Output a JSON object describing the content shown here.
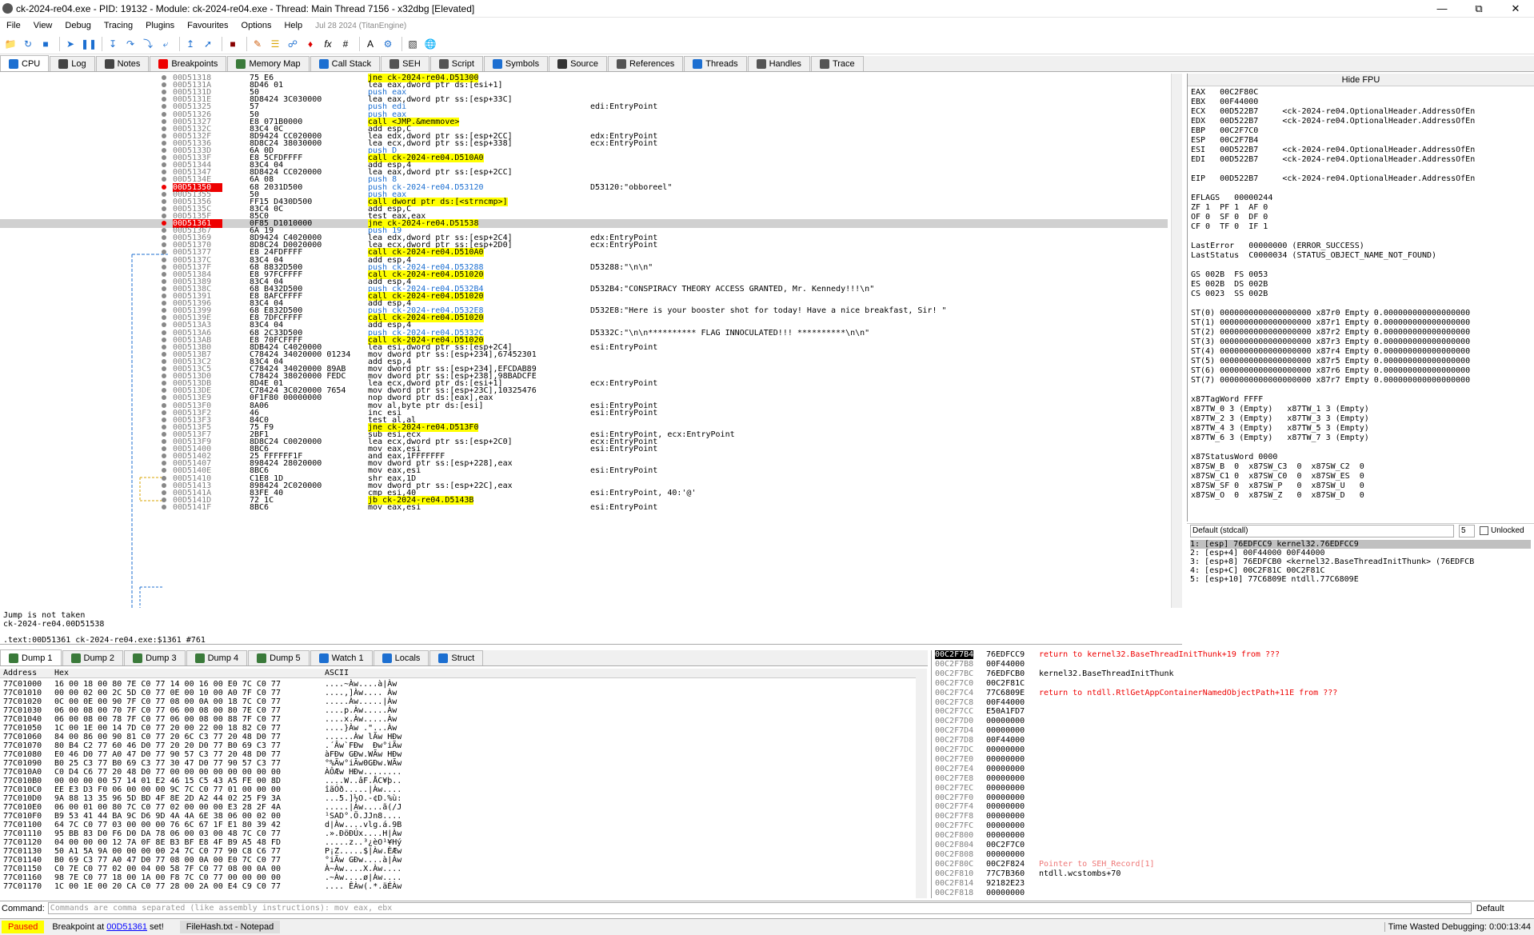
{
  "window": {
    "title": "ck-2024-re04.exe - PID: 19132 - Module: ck-2024-re04.exe - Thread: Main Thread 7156 - x32dbg [Elevated]"
  },
  "menu": {
    "items": [
      "File",
      "View",
      "Debug",
      "Tracing",
      "Plugins",
      "Favourites",
      "Options",
      "Help"
    ],
    "date": "Jul 28 2024 (TitanEngine)"
  },
  "tabs": [
    {
      "label": "CPU"
    },
    {
      "label": "Log"
    },
    {
      "label": "Notes"
    },
    {
      "label": "Breakpoints"
    },
    {
      "label": "Memory Map"
    },
    {
      "label": "Call Stack"
    },
    {
      "label": "SEH"
    },
    {
      "label": "Script"
    },
    {
      "label": "Symbols"
    },
    {
      "label": "Source"
    },
    {
      "label": "References"
    },
    {
      "label": "Threads"
    },
    {
      "label": "Handles"
    },
    {
      "label": "Trace"
    }
  ],
  "disasm": [
    {
      "addr": "00D51318",
      "hex": "75 E6",
      "ins": "jne ck-2024-re04.D51300",
      "cmt": ""
    },
    {
      "addr": "00D5131A",
      "hex": "8D46 01",
      "ins": "lea eax,dword ptr ds:[esi+1]",
      "cmt": ""
    },
    {
      "addr": "00D5131D",
      "hex": "50",
      "ins": "push eax",
      "cmt": ""
    },
    {
      "addr": "00D5131E",
      "hex": "8D8424 3C030000",
      "ins": "lea eax,dword ptr ss:[esp+33C]",
      "cmt": ""
    },
    {
      "addr": "00D51325",
      "hex": "57",
      "ins": "push edi",
      "cmt": "edi:EntryPoint"
    },
    {
      "addr": "00D51326",
      "hex": "50",
      "ins": "push eax",
      "cmt": ""
    },
    {
      "addr": "00D51327",
      "hex": "E8 071B0000",
      "ins": "call <JMP.&memmove>",
      "cmt": ""
    },
    {
      "addr": "00D5132C",
      "hex": "83C4 0C",
      "ins": "add esp,C",
      "cmt": ""
    },
    {
      "addr": "00D5132F",
      "hex": "8D9424 CC020000",
      "ins": "lea edx,dword ptr ss:[esp+2CC]",
      "cmt": "edx:EntryPoint"
    },
    {
      "addr": "00D51336",
      "hex": "8D8C24 38030000",
      "ins": "lea ecx,dword ptr ss:[esp+338]",
      "cmt": "ecx:EntryPoint"
    },
    {
      "addr": "00D5133D",
      "hex": "6A 0D",
      "ins": "push D",
      "cmt": ""
    },
    {
      "addr": "00D5133F",
      "hex": "E8 5CFDFFFF",
      "ins": "call ck-2024-re04.D510A0",
      "cmt": ""
    },
    {
      "addr": "00D51344",
      "hex": "83C4 04",
      "ins": "add esp,4",
      "cmt": ""
    },
    {
      "addr": "00D51347",
      "hex": "8D8424 CC020000",
      "ins": "lea eax,dword ptr ss:[esp+2CC]",
      "cmt": ""
    },
    {
      "addr": "00D5134E",
      "hex": "6A 08",
      "ins": "push 8",
      "cmt": ""
    },
    {
      "addr": "00D51350",
      "hex": "68 2031D500",
      "ins": "push ck-2024-re04.D53120",
      "cmt": "D53120:\"obboreel\""
    },
    {
      "addr": "00D51355",
      "hex": "50",
      "ins": "push eax",
      "cmt": ""
    },
    {
      "addr": "00D51356",
      "hex": "FF15 D430D500",
      "ins": "call dword ptr ds:[<strncmp>]",
      "cmt": ""
    },
    {
      "addr": "00D5135C",
      "hex": "83C4 0C",
      "ins": "add esp,C",
      "cmt": ""
    },
    {
      "addr": "00D5135F",
      "hex": "85C0",
      "ins": "test eax,eax",
      "cmt": ""
    },
    {
      "addr": "00D51361",
      "hex": "0F85 D1010000",
      "ins": "jne ck-2024-re04.D51538",
      "cmt": ""
    },
    {
      "addr": "00D51367",
      "hex": "6A 19",
      "ins": "push 19",
      "cmt": ""
    },
    {
      "addr": "00D51369",
      "hex": "8D9424 C4020000",
      "ins": "lea edx,dword ptr ss:[esp+2C4]",
      "cmt": "edx:EntryPoint"
    },
    {
      "addr": "00D51370",
      "hex": "8D8C24 D0020000",
      "ins": "lea ecx,dword ptr ss:[esp+2D0]",
      "cmt": "ecx:EntryPoint"
    },
    {
      "addr": "00D51377",
      "hex": "E8 24FDFFFF",
      "ins": "call ck-2024-re04.D510A0",
      "cmt": ""
    },
    {
      "addr": "00D5137C",
      "hex": "83C4 04",
      "ins": "add esp,4",
      "cmt": ""
    },
    {
      "addr": "00D5137F",
      "hex": "68 8832D500",
      "ins": "push ck-2024-re04.D53288",
      "cmt": "D53288:\"\\n\\n\""
    },
    {
      "addr": "00D51384",
      "hex": "E8 97FCFFFF",
      "ins": "call ck-2024-re04.D51020",
      "cmt": ""
    },
    {
      "addr": "00D51389",
      "hex": "83C4 04",
      "ins": "add esp,4",
      "cmt": ""
    },
    {
      "addr": "00D5138C",
      "hex": "68 B432D500",
      "ins": "push ck-2024-re04.D532B4",
      "cmt": "D532B4:\"CONSPIRACY THEORY ACCESS GRANTED, Mr. Kennedy!!!\\n\""
    },
    {
      "addr": "00D51391",
      "hex": "E8 8AFCFFFF",
      "ins": "call ck-2024-re04.D51020",
      "cmt": ""
    },
    {
      "addr": "00D51396",
      "hex": "83C4 04",
      "ins": "add esp,4",
      "cmt": ""
    },
    {
      "addr": "00D51399",
      "hex": "68 E832D500",
      "ins": "push ck-2024-re04.D532E8",
      "cmt": "D532E8:\"Here is your booster shot for today! Have a nice breakfast, Sir! \""
    },
    {
      "addr": "00D5139E",
      "hex": "E8 7DFCFFFF",
      "ins": "call ck-2024-re04.D51020",
      "cmt": ""
    },
    {
      "addr": "00D513A3",
      "hex": "83C4 04",
      "ins": "add esp,4",
      "cmt": ""
    },
    {
      "addr": "00D513A6",
      "hex": "68 2C33D500",
      "ins": "push ck-2024-re04.D5332C",
      "cmt": "D5332C:\"\\n\\n********** FLAG INNOCULATED!!! **********\\n\\n\""
    },
    {
      "addr": "00D513AB",
      "hex": "E8 70FCFFFF",
      "ins": "call ck-2024-re04.D51020",
      "cmt": ""
    },
    {
      "addr": "00D513B0",
      "hex": "8DB424 C4020000",
      "ins": "lea esi,dword ptr ss:[esp+2C4]",
      "cmt": "esi:EntryPoint"
    },
    {
      "addr": "00D513B7",
      "hex": "C78424 34020000 01234",
      "ins": "mov dword ptr ss:[esp+234],67452301",
      "cmt": ""
    },
    {
      "addr": "00D513C2",
      "hex": "83C4 04",
      "ins": "add esp,4",
      "cmt": ""
    },
    {
      "addr": "00D513C5",
      "hex": "C78424 34020000 89AB",
      "ins": "mov dword ptr ss:[esp+234],EFCDAB89",
      "cmt": ""
    },
    {
      "addr": "00D513D0",
      "hex": "C78424 38020000 FEDC",
      "ins": "mov dword ptr ss:[esp+238],98BADCFE",
      "cmt": ""
    },
    {
      "addr": "00D513DB",
      "hex": "8D4E 01",
      "ins": "lea ecx,dword ptr ds:[esi+1]",
      "cmt": "ecx:EntryPoint"
    },
    {
      "addr": "00D513DE",
      "hex": "C78424 3C020000 7654",
      "ins": "mov dword ptr ss:[esp+23C],10325476",
      "cmt": ""
    },
    {
      "addr": "00D513E9",
      "hex": "0F1F80 00000000",
      "ins": "nop dword ptr ds:[eax],eax",
      "cmt": ""
    },
    {
      "addr": "00D513F0",
      "hex": "8A06",
      "ins": "mov al,byte ptr ds:[esi]",
      "cmt": "esi:EntryPoint"
    },
    {
      "addr": "00D513F2",
      "hex": "46",
      "ins": "inc esi",
      "cmt": "esi:EntryPoint"
    },
    {
      "addr": "00D513F3",
      "hex": "84C0",
      "ins": "test al,al",
      "cmt": ""
    },
    {
      "addr": "00D513F5",
      "hex": "75 F9",
      "ins": "jne ck-2024-re04.D513F0",
      "cmt": ""
    },
    {
      "addr": "00D513F7",
      "hex": "2BF1",
      "ins": "sub esi,ecx",
      "cmt": "esi:EntryPoint, ecx:EntryPoint"
    },
    {
      "addr": "00D513F9",
      "hex": "8D8C24 C0020000",
      "ins": "lea ecx,dword ptr ss:[esp+2C0]",
      "cmt": "ecx:EntryPoint"
    },
    {
      "addr": "00D51400",
      "hex": "8BC6",
      "ins": "mov eax,esi",
      "cmt": "esi:EntryPoint"
    },
    {
      "addr": "00D51402",
      "hex": "25 FFFFFF1F",
      "ins": "and eax,1FFFFFFF",
      "cmt": ""
    },
    {
      "addr": "00D51407",
      "hex": "898424 28020000",
      "ins": "mov dword ptr ss:[esp+228],eax",
      "cmt": ""
    },
    {
      "addr": "00D5140E",
      "hex": "8BC6",
      "ins": "mov eax,esi",
      "cmt": "esi:EntryPoint"
    },
    {
      "addr": "00D51410",
      "hex": "C1E8 1D",
      "ins": "shr eax,1D",
      "cmt": ""
    },
    {
      "addr": "00D51413",
      "hex": "898424 2C020000",
      "ins": "mov dword ptr ss:[esp+22C],eax",
      "cmt": ""
    },
    {
      "addr": "00D5141A",
      "hex": "83FE 40",
      "ins": "cmp esi,40",
      "cmt": "esi:EntryPoint, 40:'@'"
    },
    {
      "addr": "00D5141D",
      "hex": "72 1C",
      "ins": "jb ck-2024-re04.D5143B",
      "cmt": ""
    },
    {
      "addr": "00D5141F",
      "hex": "8BC6",
      "ins": "mov eax,esi",
      "cmt": "esi:EntryPoint"
    }
  ],
  "info": {
    "line1": "Jump is not taken",
    "line2": "ck-2024-re04.00D51538",
    "line3": ".text:00D51361 ck-2024-re04.exe:$1361 #761"
  },
  "regs": {
    "hide": "Hide FPU",
    "body": "EAX   00C2F80C\nEBX   00F44000\nECX   00D522B7     <ck-2024-re04.OptionalHeader.AddressOfEn\nEDX   00D522B7     <ck-2024-re04.OptionalHeader.AddressOfEn\nEBP   00C2F7C0\nESP   00C2F7B4\nESI   00D522B7     <ck-2024-re04.OptionalHeader.AddressOfEn\nEDI   00D522B7     <ck-2024-re04.OptionalHeader.AddressOfEn\n\nEIP   00D522B7     <ck-2024-re04.OptionalHeader.AddressOfEn\n\nEFLAGS   00000244\nZF 1  PF 1  AF 0\nOF 0  SF 0  DF 0\nCF 0  TF 0  IF 1\n\nLastError   00000000 (ERROR_SUCCESS)\nLastStatus  C0000034 (STATUS_OBJECT_NAME_NOT_FOUND)\n\nGS 002B  FS 0053\nES 002B  DS 002B\nCS 0023  SS 002B\n\nST(0) 0000000000000000000 x87r0 Empty 0.000000000000000000\nST(1) 0000000000000000000 x87r1 Empty 0.000000000000000000\nST(2) 0000000000000000000 x87r2 Empty 0.000000000000000000\nST(3) 0000000000000000000 x87r3 Empty 0.000000000000000000\nST(4) 0000000000000000000 x87r4 Empty 0.000000000000000000\nST(5) 0000000000000000000 x87r5 Empty 0.000000000000000000\nST(6) 0000000000000000000 x87r6 Empty 0.000000000000000000\nST(7) 0000000000000000000 x87r7 Empty 0.000000000000000000\n\nx87TagWord FFFF\nx87TW_0 3 (Empty)   x87TW_1 3 (Empty)\nx87TW_2 3 (Empty)   x87TW_3 3 (Empty)\nx87TW_4 3 (Empty)   x87TW_5 3 (Empty)\nx87TW_6 3 (Empty)   x87TW_7 3 (Empty)\n\nx87StatusWord 0000\nx87SW_B  0  x87SW_C3  0  x87SW_C2  0\nx87SW_C1 0  x87SW_C0  0  x87SW_ES  0\nx87SW_SF 0  x87SW_P   0  x87SW_U   0\nx87SW_O  0  x87SW_Z   0  x87SW_D   0"
  },
  "callconv": {
    "value": "Default (stdcall)",
    "count": "5",
    "unlocked": "Unlocked"
  },
  "args": [
    "1: [esp] 76EDFCC9 kernel32.76EDFCC9",
    "2: [esp+4] 00F44000 00F44000",
    "3: [esp+8] 76EDFCB0 <kernel32.BaseThreadInitThunk> (76EDFCB",
    "4: [esp+C] 00C2F81C 00C2F81C",
    "5: [esp+10] 77C6809E ntdll.77C6809E"
  ],
  "dumptabs": [
    {
      "label": "Dump 1"
    },
    {
      "label": "Dump 2"
    },
    {
      "label": "Dump 3"
    },
    {
      "label": "Dump 4"
    },
    {
      "label": "Dump 5"
    },
    {
      "label": "Watch 1"
    },
    {
      "label": "Locals"
    },
    {
      "label": "Struct"
    }
  ],
  "dumphdr": {
    "addr": "Address",
    "hex": "Hex",
    "ascii": "ASCII"
  },
  "dump": [
    {
      "a": "77C01000",
      "h": "16 00 18 00 80 7E C0 77 14 00 16 00 E0 7C C0 77",
      "s": "....~Àw....à|Àw"
    },
    {
      "a": "77C01010",
      "h": "00 00 02 00 2C 5D C0 77 0E 00 10 00 A0 7F C0 77",
      "s": "....,]Àw.... Àw"
    },
    {
      "a": "77C01020",
      "h": "0C 00 0E 00 90 7F C0 77 08 00 0A 00 18 7C C0 77",
      "s": ".....Àw.....|Àw"
    },
    {
      "a": "77C01030",
      "h": "06 00 08 00 70 7F C0 77 06 00 08 00 80 7E C0 77",
      "s": "....p.Àw.....Àw"
    },
    {
      "a": "77C01040",
      "h": "06 00 08 00 78 7F C0 77 06 00 08 00 88 7F C0 77",
      "s": "....x.Àw.....Àw"
    },
    {
      "a": "77C01050",
      "h": "1C 00 1E 00 14 7D C0 77 20 00 22 00 18 82 C0 77",
      "s": "....}Àw .\"...Àw"
    },
    {
      "a": "77C01060",
      "h": "84 00 86 00 90 81 C0 77 20 6C C3 77 20 48 D0 77",
      "s": "......Àw lÃw HÐw"
    },
    {
      "a": "77C01070",
      "h": "80 B4 C2 77 60 46 D0 77 20 20 D0 77 B0 69 C3 77",
      "s": ".´Âw`FÐw  Ðw°iÃw"
    },
    {
      "a": "77C01080",
      "h": "E0 46 D0 77 A0 47 D0 77 90 57 C3 77 20 48 D0 77",
      "s": "àFÐw GÐw.WÃw HÐw"
    },
    {
      "a": "77C01090",
      "h": "B0 25 C3 77 B0 69 C3 77 30 47 D0 77 90 57 C3 77",
      "s": "°%Ãw°iÃw0GÐw.WÃw"
    },
    {
      "a": "77C010A0",
      "h": "C0 D4 C6 77 20 48 D0 77 00 00 00 00 00 00 00 00",
      "s": "ÀÔÆw HÐw........"
    },
    {
      "a": "77C010B0",
      "h": "00 00 00 00 57 14 01 E2 46 15 C5 43 A5 FE 00 8D",
      "s": "....W..âF.ÅC¥þ.."
    },
    {
      "a": "77C010C0",
      "h": "EE E3 D3 F0 06 00 00 00 9C 7C C0 77 01 00 00 00",
      "s": "îãÓð.....|Àw...."
    },
    {
      "a": "77C010D0",
      "h": "9A 88 13 35 96 5D BD 4F 8E 2D A2 44 02 25 F9 3A",
      "s": "...5.]½O.-¢D.%ù:"
    },
    {
      "a": "77C010E0",
      "h": "06 00 01 00 80 7C C0 77 02 00 00 00 E3 28 2F 4A",
      "s": ".....|Àw....ã(/J"
    },
    {
      "a": "77C010F0",
      "h": "B9 53 41 44 BA 9C D6 9D 4A 4A 6E 38 06 00 02 00",
      "s": "¹SAD°.Ö.JJn8...."
    },
    {
      "a": "77C01100",
      "h": "64 7C C0 77 03 00 00 00 76 6C 67 1F E1 80 39 42",
      "s": "d|Àw....vlg.á.9B"
    },
    {
      "a": "77C01110",
      "h": "95 BB 83 D0 F6 D0 DA 78 06 00 03 00 48 7C C0 77",
      "s": ".».ÐöÐÚx....H|Àw"
    },
    {
      "a": "77C01120",
      "h": "04 00 00 00 12 7A 0F 8E B3 BF E8 4F B9 A5 48 FD",
      "s": ".....z..³¿èO¹¥Hý"
    },
    {
      "a": "77C01130",
      "h": "50 A1 5A 9A 00 00 00 00 24 7C C0 77 90 C8 C6 77",
      "s": "P¡Z.....$|Àw.ÈÆw"
    },
    {
      "a": "77C01140",
      "h": "B0 69 C3 77 A0 47 D0 77 08 00 0A 00 E0 7C C0 77",
      "s": "°iÃw GÐw....à|Àw"
    },
    {
      "a": "77C01150",
      "h": "C0 7E C0 77 02 00 04 00 58 7F C0 77 08 00 0A 00",
      "s": "À~Àw....X.Àw...."
    },
    {
      "a": "77C01160",
      "h": "98 7E C0 77 18 00 1A 00 F8 7C C0 77 00 00 00 00",
      "s": ".~Àw....ø|Àw...."
    },
    {
      "a": "77C01170",
      "h": "1C 00 1E 00 20 CA C0 77 28 00 2A 00 E4 C9 C0 77",
      "s": ".... ÊÀw(.*.äÉÀw"
    }
  ],
  "stack": [
    {
      "a": "00C2F7B4",
      "v": "76EDFCC9",
      "c": "return to kernel32.BaseThreadInitThunk+19 from ???",
      "red": true
    },
    {
      "a": "00C2F7B8",
      "v": "00F44000",
      "c": ""
    },
    {
      "a": "00C2F7BC",
      "v": "76EDFCB0",
      "c": "kernel32.BaseThreadInitThunk"
    },
    {
      "a": "00C2F7C0",
      "v": "00C2F81C",
      "c": ""
    },
    {
      "a": "00C2F7C4",
      "v": "77C6809E",
      "c": "return to ntdll.RtlGetAppContainerNamedObjectPath+11E from ???",
      "red": true
    },
    {
      "a": "00C2F7C8",
      "v": "00F44000",
      "c": ""
    },
    {
      "a": "00C2F7CC",
      "v": "E50A1FD7",
      "c": ""
    },
    {
      "a": "00C2F7D0",
      "v": "00000000",
      "c": ""
    },
    {
      "a": "00C2F7D4",
      "v": "00000000",
      "c": ""
    },
    {
      "a": "00C2F7D8",
      "v": "00F44000",
      "c": ""
    },
    {
      "a": "00C2F7DC",
      "v": "00000000",
      "c": ""
    },
    {
      "a": "00C2F7E0",
      "v": "00000000",
      "c": ""
    },
    {
      "a": "00C2F7E4",
      "v": "00000000",
      "c": ""
    },
    {
      "a": "00C2F7E8",
      "v": "00000000",
      "c": ""
    },
    {
      "a": "00C2F7EC",
      "v": "00000000",
      "c": ""
    },
    {
      "a": "00C2F7F0",
      "v": "00000000",
      "c": ""
    },
    {
      "a": "00C2F7F4",
      "v": "00000000",
      "c": ""
    },
    {
      "a": "00C2F7F8",
      "v": "00000000",
      "c": ""
    },
    {
      "a": "00C2F7FC",
      "v": "00000000",
      "c": ""
    },
    {
      "a": "00C2F800",
      "v": "00000000",
      "c": ""
    },
    {
      "a": "00C2F804",
      "v": "00C2F7C0",
      "c": ""
    },
    {
      "a": "00C2F808",
      "v": "00000000",
      "c": ""
    },
    {
      "a": "00C2F80C",
      "v": "00C2F824",
      "c": "Pointer to SEH_Record[1]",
      "pink": true
    },
    {
      "a": "00C2F810",
      "v": "77C7B360",
      "c": "ntdll.wcstombs+70"
    },
    {
      "a": "00C2F814",
      "v": "92182E23",
      "c": ""
    },
    {
      "a": "00C2F818",
      "v": "00000000",
      "c": ""
    }
  ],
  "cmd": {
    "label": "Command:",
    "placeholder": "Commands are comma separated (like assembly instructions): mov eax, ebx",
    "default": "Default"
  },
  "status": {
    "state": "Paused",
    "msg": "Breakpoint at",
    "bpaddr": "00D51361",
    "msg2": "set!",
    "notepad": "FileHash.txt - Notepad",
    "time": "Time Wasted Debugging: 0:00:13:44"
  },
  "colors": {
    "accent_yellow": "#ffff00",
    "bp_red": "#e00000"
  }
}
